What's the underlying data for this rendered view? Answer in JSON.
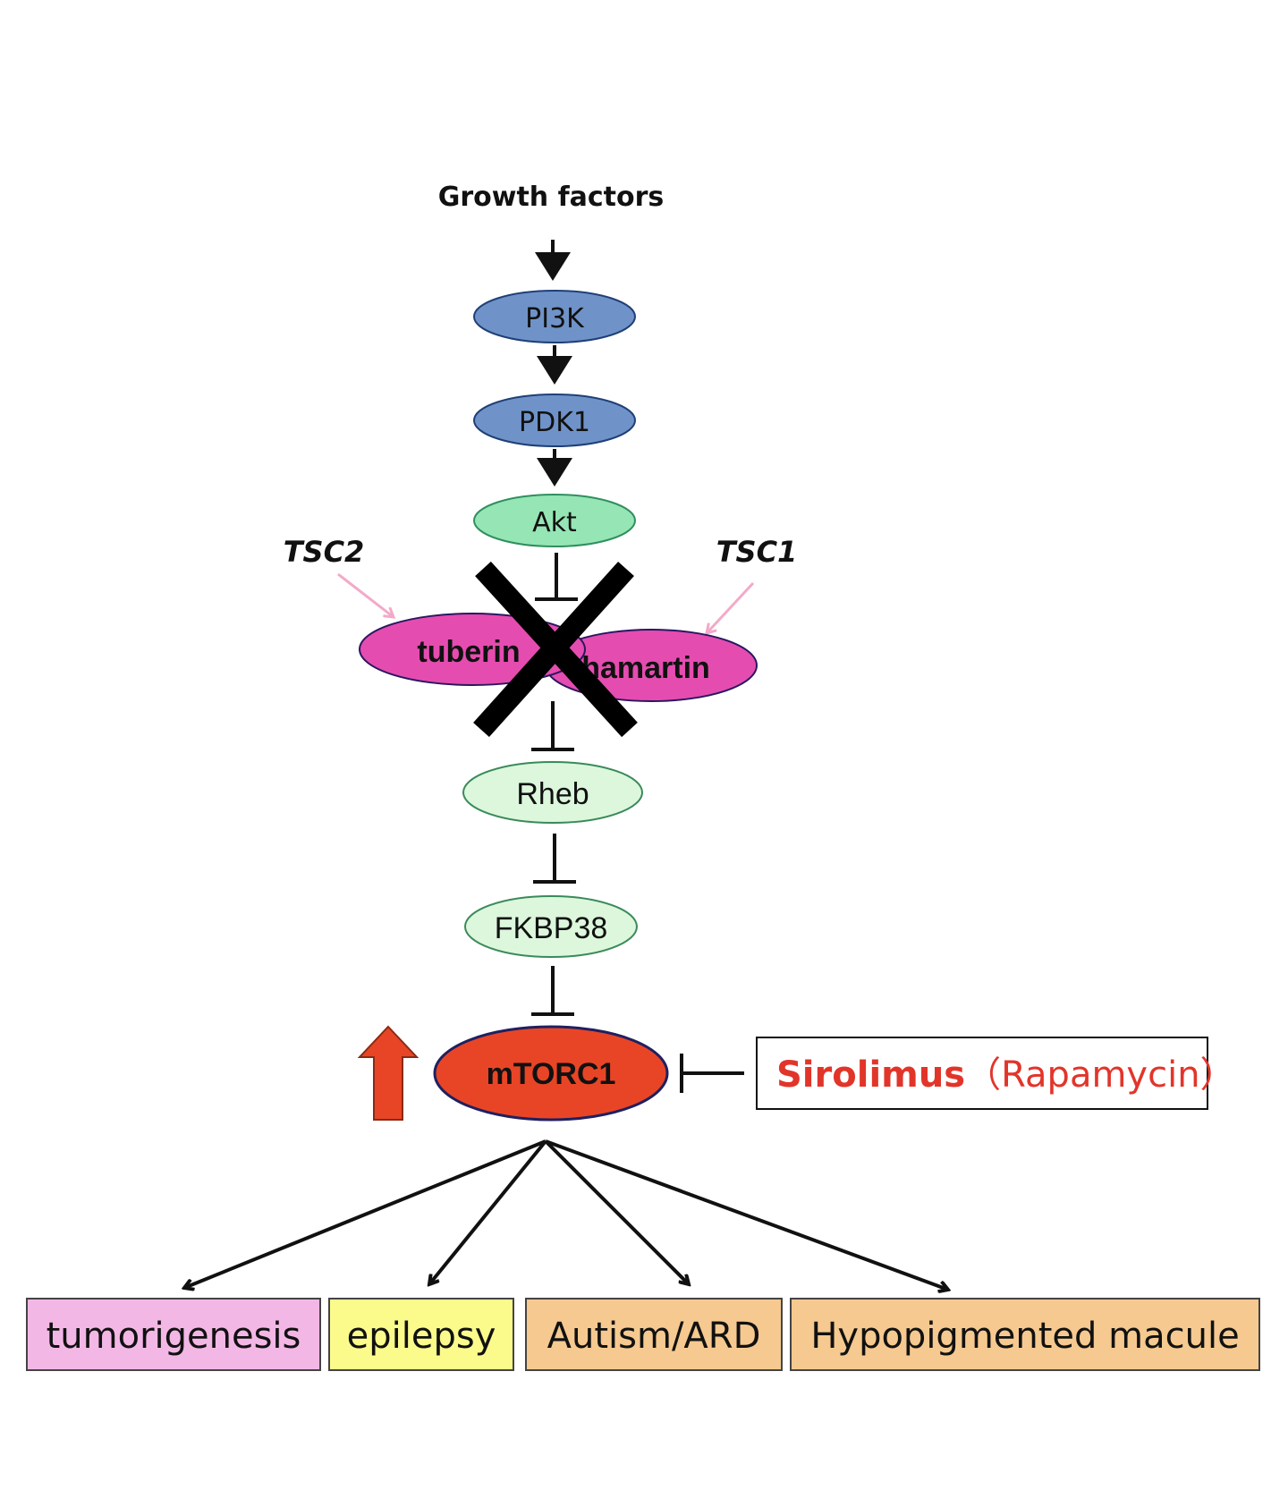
{
  "diagram": {
    "title": "Growth factors",
    "nodes": {
      "pi3k": "PI3K",
      "pdk1": "PDK1",
      "akt": "Akt",
      "tuberin": "tuberin",
      "hamartin": "hamartin",
      "rheb": "Rheb",
      "fkbp38": "FKBP38",
      "mtorc1": "mTORC1"
    },
    "gene_labels": {
      "tsc2": "TSC2",
      "tsc1": "TSC1"
    },
    "drug": {
      "name": "Sirolimus",
      "alt_name": "（Rapamycin）"
    },
    "outcomes": [
      "tumorigenesis",
      "epilepsy",
      "Autism/ARD",
      "Hypopigmented macule"
    ],
    "colors": {
      "blue_node": "#6f93c8",
      "green_node": "#95e6b4",
      "light_green_node": "#dcf7dc",
      "tsc_complex": "#e54cb0",
      "tsc_pointer": "#f4a9c8",
      "mtorc1": "#e84526",
      "up_arrow": "#e84526",
      "drug_text": "#e2352a",
      "outcome_pink": "#f3b7e6",
      "outcome_yellow": "#fbfb8c",
      "outcome_orange": "#f5c98f"
    }
  }
}
